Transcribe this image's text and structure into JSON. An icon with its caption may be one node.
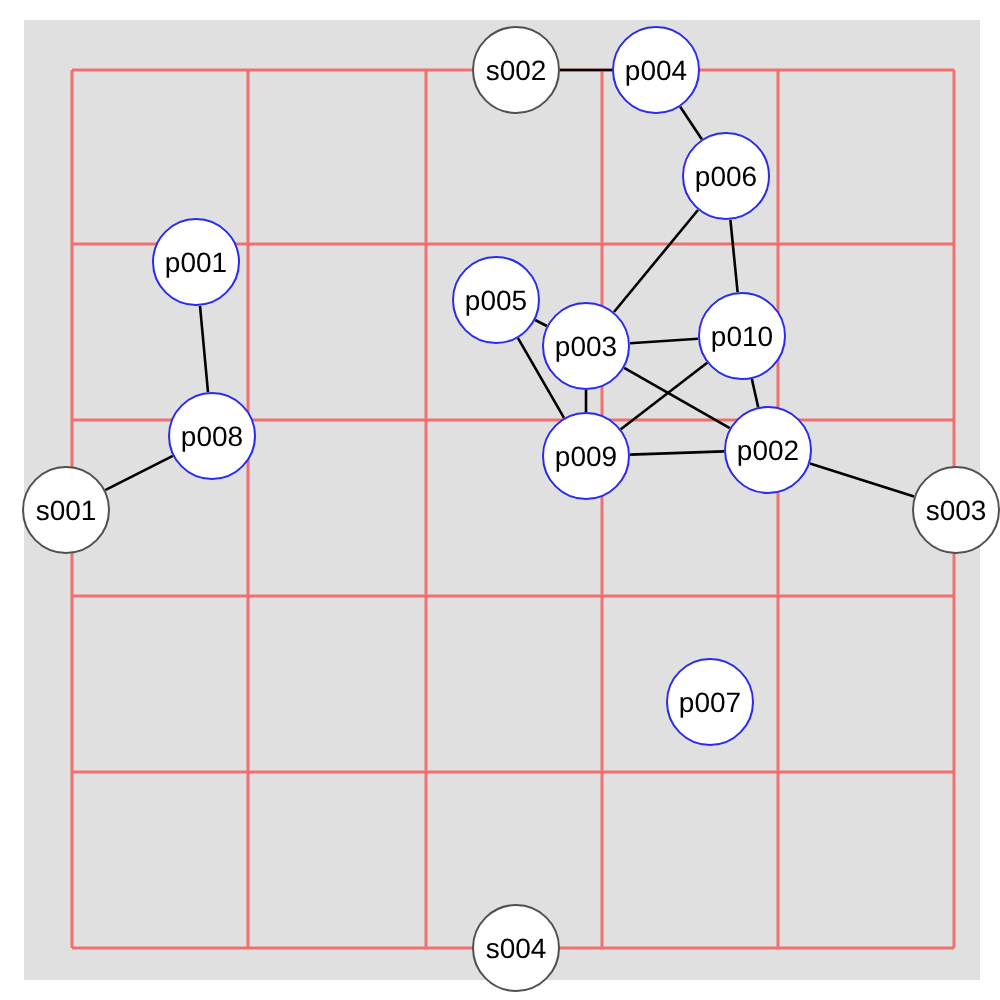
{
  "diagram": {
    "nodes": [
      {
        "text": [
          "s002"
        ]
      },
      {
        "text": [
          "p004"
        ]
      },
      {
        "text": [
          "p006"
        ]
      },
      {
        "text": [
          "p001"
        ]
      },
      {
        "text": [
          "p005"
        ]
      },
      {
        "text": [
          "p003"
        ]
      },
      {
        "text": [
          "p010"
        ]
      },
      {
        "text": [
          "p008"
        ]
      },
      {
        "text": [
          "p009"
        ]
      },
      {
        "text": [
          "p002"
        ]
      },
      {
        "text": [
          "s001"
        ]
      },
      {
        "text": [
          "s003"
        ]
      },
      {
        "text": [
          "p007"
        ]
      },
      {
        "text": [
          "s004"
        ]
      }
    ],
    "edges": [
      {
        "from": 0,
        "to": 1,
        "arrow": "none"
      },
      {
        "from": 1,
        "to": 2,
        "arrow": "none"
      },
      {
        "from": 2,
        "to": 5,
        "arrow": "none"
      },
      {
        "from": 2,
        "to": 6,
        "arrow": "none"
      },
      {
        "from": 6,
        "to": 9,
        "arrow": "none"
      },
      {
        "from": 4,
        "to": 5,
        "arrow": "none"
      },
      {
        "from": 5,
        "to": 9,
        "arrow": "none"
      },
      {
        "from": 4,
        "to": 8,
        "arrow": "none"
      },
      {
        "from": 5,
        "to": 8,
        "arrow": "none"
      },
      {
        "from": 5,
        "to": 6,
        "arrow": "none"
      },
      {
        "from": 8,
        "to": 6,
        "arrow": "none"
      },
      {
        "from": 8,
        "to": 9,
        "arrow": "none"
      },
      {
        "from": 9,
        "to": 11,
        "arrow": "none"
      },
      {
        "from": 3,
        "to": 7,
        "arrow": "none"
      },
      {
        "from": 7,
        "to": 10,
        "arrow": "none"
      }
    ]
  }
}
